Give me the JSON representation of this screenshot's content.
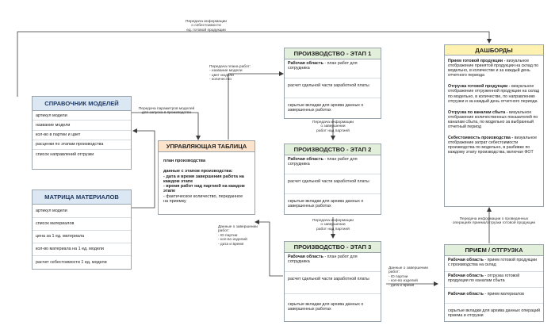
{
  "models": {
    "title": "СПРАВОЧНИК МОДЕЛЕЙ",
    "rows": [
      "артикул модели",
      "название модели",
      "кол-во в партии и цвет",
      "расценки по этапам производства",
      "список направлений отгрузки"
    ]
  },
  "materials": {
    "title": "МАТРИЦА МАТЕРИАЛОВ",
    "rows": [
      "артикул модели",
      "список материалов",
      "цена за 1 ед. материала",
      "кол-во материала на 1 ед. модели",
      "расчет себестоимости 1 ед. модели"
    ]
  },
  "management": {
    "title": "УПРАВЛЯЮЩАЯ ТАБЛИЦА",
    "section1": "план производства",
    "section2": "данные с этапов производства:",
    "items": [
      "- дата и время завершения работа на",
      "каждом этапе",
      "- время работ над партией на каждом",
      "этапе",
      "- фактическое количество, переданное",
      "на приемку"
    ]
  },
  "stages": [
    {
      "title": "ПРОИЗВОДСТВО - ЭТАП 1",
      "work_label": "Рабочая область",
      "work_text": " - план работ для сотрудника",
      "calc": "расчет сдельной части заработной платы",
      "archive": "скрытые вкладки для архива данных о завершенных работах"
    },
    {
      "title": "ПРОИЗВОДСТВО - ЭТАП 2",
      "work_label": "Рабочая область",
      "work_text": " - план работ для сотрудника",
      "calc": "расчет сдельной части заработной платы",
      "archive": "скрытые вкладки для архива данных о завершенных работах"
    },
    {
      "title": "ПРОИЗВОДСТВО - ЭТАП 3",
      "work_label": "Рабочая область",
      "work_text": " - план работ для сотрудника",
      "calc": "расчет сдельной части заработной платы",
      "archive": "скрытые вкладки для архива данных о завершенных работах"
    }
  ],
  "dashboard": {
    "title": "ДАШБОРДЫ",
    "blocks": [
      {
        "head": "Прием готовой продукции -",
        "text": "визуальное отображение принятой продукции на склад по модельно, в количестве и за каждый день отчетного периода"
      },
      {
        "head": "Отгрузка готовой продукции -",
        "text": "визуальное отображение отгруженной продукции на склад по модельно, в количестве, по направлению отгрузки и за каждый день отчетного периода"
      },
      {
        "head": "Отгрузка по каналам сбыта -",
        "text": "визуальное отображение количественных показателей по каналам сбыта, по модельно за выбранный отчетный период"
      },
      {
        "head": "Себестоимость производства -",
        "text": "визуальное отображение затрат себестоимости производства по модельно, в разбивке по каждому этапу производства, включая ФОТ"
      }
    ]
  },
  "shipping": {
    "title": "ПРИЕМ / ОТГРУЗКА",
    "rows": [
      {
        "head": "Рабочая область",
        "text": " - прием готовой продукции с производства на склад"
      },
      {
        "head": "Рабочая область",
        "text": " - отгрузка готовой продукции по каналам сбыта"
      },
      {
        "head": "Рабочая область",
        "text": " - прием материалов"
      },
      {
        "head": "",
        "text": "скрытые вкладки для архива данных операций приема и отгрузки"
      }
    ]
  },
  "labels": {
    "cost_info": [
      "Передача информации",
      "о себестоимости",
      "ед. готовой продукции"
    ],
    "model_params": [
      "Передача параметров моделей",
      "для запуска в производство"
    ],
    "work_plan": [
      "Передача плана работ:",
      "- название модели",
      "- цвет модели",
      "- количество"
    ],
    "done_data": [
      "Данные о завершении",
      "работ:",
      "- ID партии",
      "- кол-во изделий",
      "- дата и время"
    ],
    "completion_1": [
      "Передача информации",
      "о завершении",
      "работ над партией"
    ],
    "completion_2": [
      "Передача информации",
      "о завершении",
      "работ над партией"
    ],
    "done_data_3": [
      "Данные о завершении",
      "работ:",
      "- ID партии",
      "- кол-во изделий",
      "- дата и время"
    ],
    "ops_info": [
      "Передача информации о проведенных",
      "операциях приема/отгрузки готовой продукции"
    ]
  },
  "colors": {
    "blue_header": "#dbe8f3",
    "green_header": "#e2efda",
    "orange_header": "#fce4cc",
    "yellow_header": "#fff2b0",
    "blue_title": "#1f3864",
    "line": "#3a3a3a"
  }
}
